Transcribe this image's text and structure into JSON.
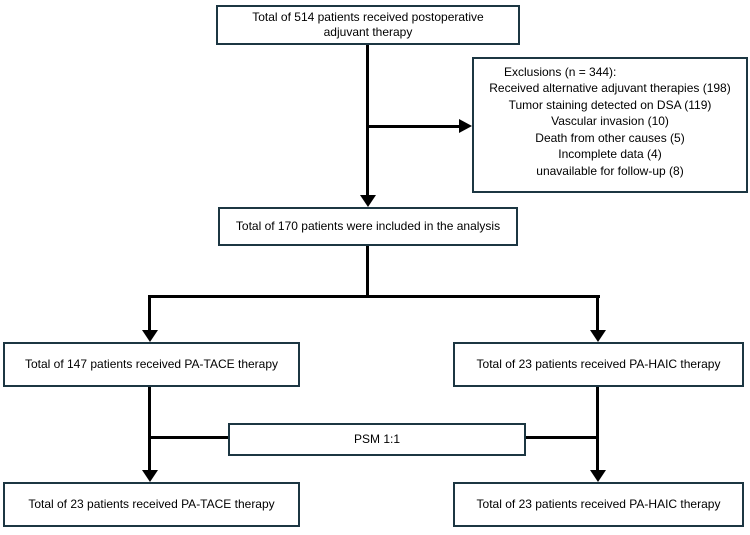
{
  "colors": {
    "background": "#ffffff",
    "box_border": "#1c3642",
    "box_fill": "#ffffff",
    "connector": "#000000",
    "text": "#000000"
  },
  "flowchart": {
    "top_box": {
      "text": "Total of 514 patients received postoperative adjuvant therapy"
    },
    "exclusions_box": {
      "heading": "Exclusions (n = 344):",
      "items": [
        "Received alternative adjuvant therapies (198)",
        "Tumor staining detected on DSA (119)",
        "Vascular invasion (10)",
        "Death from other causes (5)",
        "Incomplete data (4)",
        "unavailable for follow-up (8)"
      ]
    },
    "included_box": {
      "text": "Total of 170 patients were included in the analysis"
    },
    "pa_tace_box": {
      "text": "Total of 147 patients received PA-TACE therapy"
    },
    "pa_haic_box": {
      "text": "Total of 23 patients received PA-HAIC therapy"
    },
    "psm_box": {
      "text": "PSM 1:1"
    },
    "pa_tace_matched_box": {
      "text": "Total of 23 patients received PA-TACE therapy"
    },
    "pa_haic_matched_box": {
      "text": "Total of 23 patients received PA-HAIC therapy"
    }
  }
}
